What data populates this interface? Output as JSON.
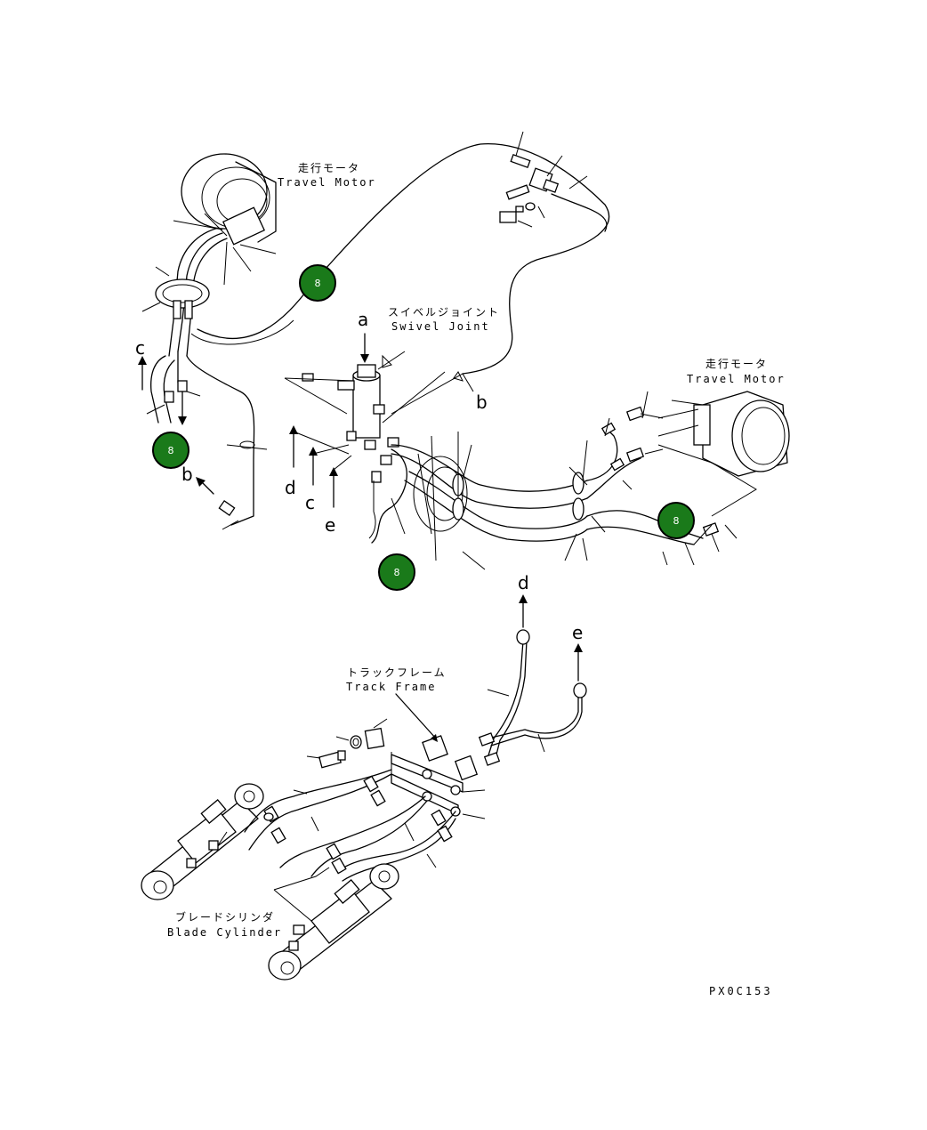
{
  "labels": {
    "travel_motor_left_jp": "走行モータ",
    "travel_motor_left_en": "Travel Motor",
    "travel_motor_right_jp": "走行モータ",
    "travel_motor_right_en": "Travel Motor",
    "swivel_joint_jp": "スイベルジョイント",
    "swivel_joint_en": "Swivel Joint",
    "track_frame_jp": "トラックフレーム",
    "track_frame_en": "Track Frame",
    "blade_cylinder_jp": "ブレードシリンダ",
    "blade_cylinder_en": "Blade Cylinder",
    "drawing_code": "PX0C153"
  },
  "connection_letters": {
    "a": "a",
    "b_top": "b",
    "b_left": "b",
    "c_left": "c",
    "c_center": "c",
    "d_center": "d",
    "d_bottom": "d",
    "e_center": "e",
    "e_bottom": "e"
  },
  "badges": [
    {
      "text": "8"
    },
    {
      "text": "8"
    },
    {
      "text": "8"
    },
    {
      "text": "8"
    }
  ],
  "colors": {
    "badge_fill": "#1a7a1a",
    "line": "#000000"
  }
}
